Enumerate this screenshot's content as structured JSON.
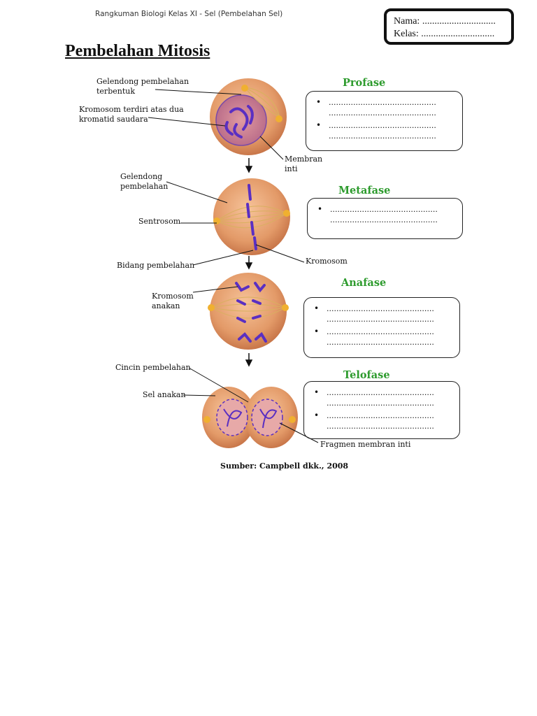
{
  "header": {
    "running_title": "Rangkuman Biologi Kelas XI - Sel (Pembelahan Sel)"
  },
  "namebox": {
    "name_line": "Nama: ..............................",
    "class_line": "Kelas: .............................."
  },
  "title": "Pembelahan Mitosis",
  "labels": {
    "gelendong_terbentuk": "Gelendong pembelahan\nterbentuk",
    "kromosom_kromatid": "Kromosom terdiri atas dua\nkromatid saudara",
    "membran_inti": "Membran\ninti",
    "gelendong_pembelahan": "Gelendong\npembelahan",
    "sentrosom": "Sentrosom",
    "kromosom": "Kromosom",
    "bidang_pembelahan": "Bidang pembelahan",
    "kromosom_anakan": "Kromosom\nanakan",
    "cincin_pembelahan": "Cincin pembelahan",
    "sel_anakan": "Sel anakan",
    "fragmen_membran": "Fragmen membran inti"
  },
  "phases": [
    {
      "name": "Profase",
      "lines": [
        [
          "............................................",
          "............................................"
        ],
        [
          "............................................",
          "............................................"
        ]
      ]
    },
    {
      "name": "Metafase",
      "lines": [
        [
          "............................................",
          "............................................"
        ]
      ]
    },
    {
      "name": "Anafase",
      "lines": [
        [
          "............................................",
          "............................................"
        ],
        [
          "............................................",
          "............................................"
        ]
      ]
    },
    {
      "name": "Telofase",
      "lines": [
        [
          "............................................",
          "............................................"
        ],
        [
          "............................................",
          "............................................"
        ]
      ]
    }
  ],
  "source": "Sumber: Campbell dkk., 2008",
  "colors": {
    "phase_green": "#2d9b2d",
    "cell_fill": "#e8a070",
    "chromosome": "#5a2fc2"
  }
}
